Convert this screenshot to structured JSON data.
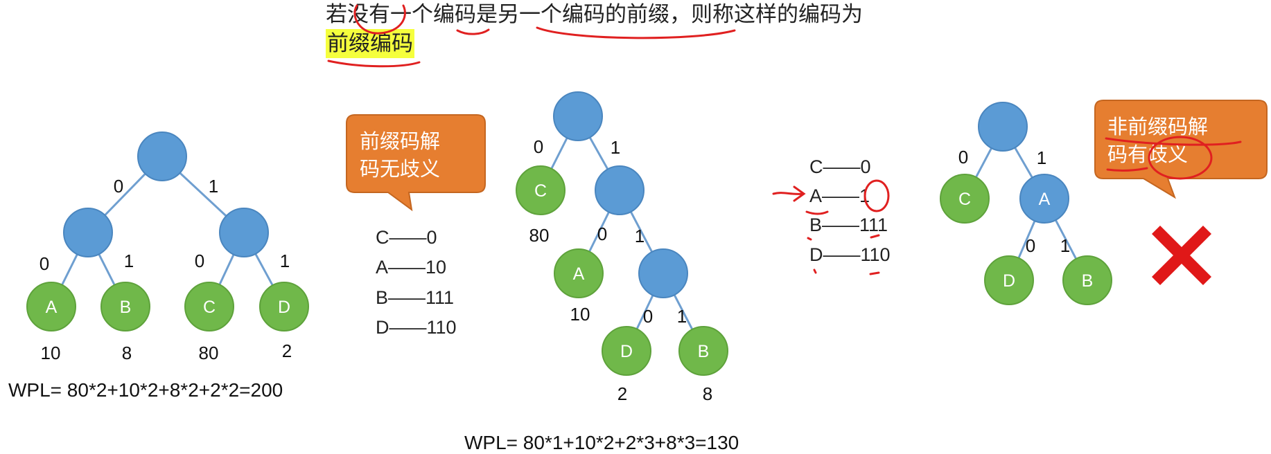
{
  "definition": {
    "text": "若没有一个编码是另一个编码的前缀，则称这样的编码为",
    "term": "前缀编码"
  },
  "tree1": {
    "edge_labels": {
      "root_left": "0",
      "root_right": "1",
      "l_a": "0",
      "l_b": "1",
      "r_c": "0",
      "r_d": "1"
    },
    "leaves": {
      "a": "A",
      "b": "B",
      "c": "C",
      "d": "D"
    },
    "weights": {
      "a": "10",
      "b": "8",
      "c": "80",
      "d": "2"
    },
    "wpl": "WPL= 80*2+10*2+8*2+2*2=200"
  },
  "callout_prefix": {
    "line1": "前缀码解",
    "line2": "码无歧义"
  },
  "codes_prefix": [
    "C——0",
    "A——10",
    "B——111",
    "D——110"
  ],
  "tree2": {
    "edge_labels": {
      "root_left": "0",
      "root_right": "1",
      "n1_left": "0",
      "n1_right": "1",
      "n2_left": "0",
      "n2_right": "1"
    },
    "leaves": {
      "c": "C",
      "a": "A",
      "d": "D",
      "b": "B"
    },
    "weights": {
      "c": "80",
      "a": "10",
      "d": "2",
      "b": "8"
    },
    "wpl": "WPL= 80*1+10*2+2*3+8*3=130"
  },
  "codes_nonprefix": [
    "C——0",
    "A——1",
    "B——111",
    "D——110"
  ],
  "tree3": {
    "edge_labels": {
      "root_left": "0",
      "root_right": "1",
      "a_left": "0",
      "a_right": "1"
    },
    "nodes": {
      "c": "C",
      "a": "A",
      "d": "D",
      "b": "B"
    }
  },
  "callout_nonprefix": {
    "line1": "非前缀码解",
    "line2": "码有歧义"
  },
  "colors": {
    "internal_node": "#5b9bd5",
    "leaf_node": "#70b84a",
    "edge": "#6f9fd0",
    "callout": "#e67e30",
    "annotation": "#e02020",
    "cross": "#e01818",
    "highlight": "#f5ff3d"
  },
  "icons": {
    "cross": "cross-mark-icon",
    "arrow": "hand-drawn-arrow-icon"
  }
}
